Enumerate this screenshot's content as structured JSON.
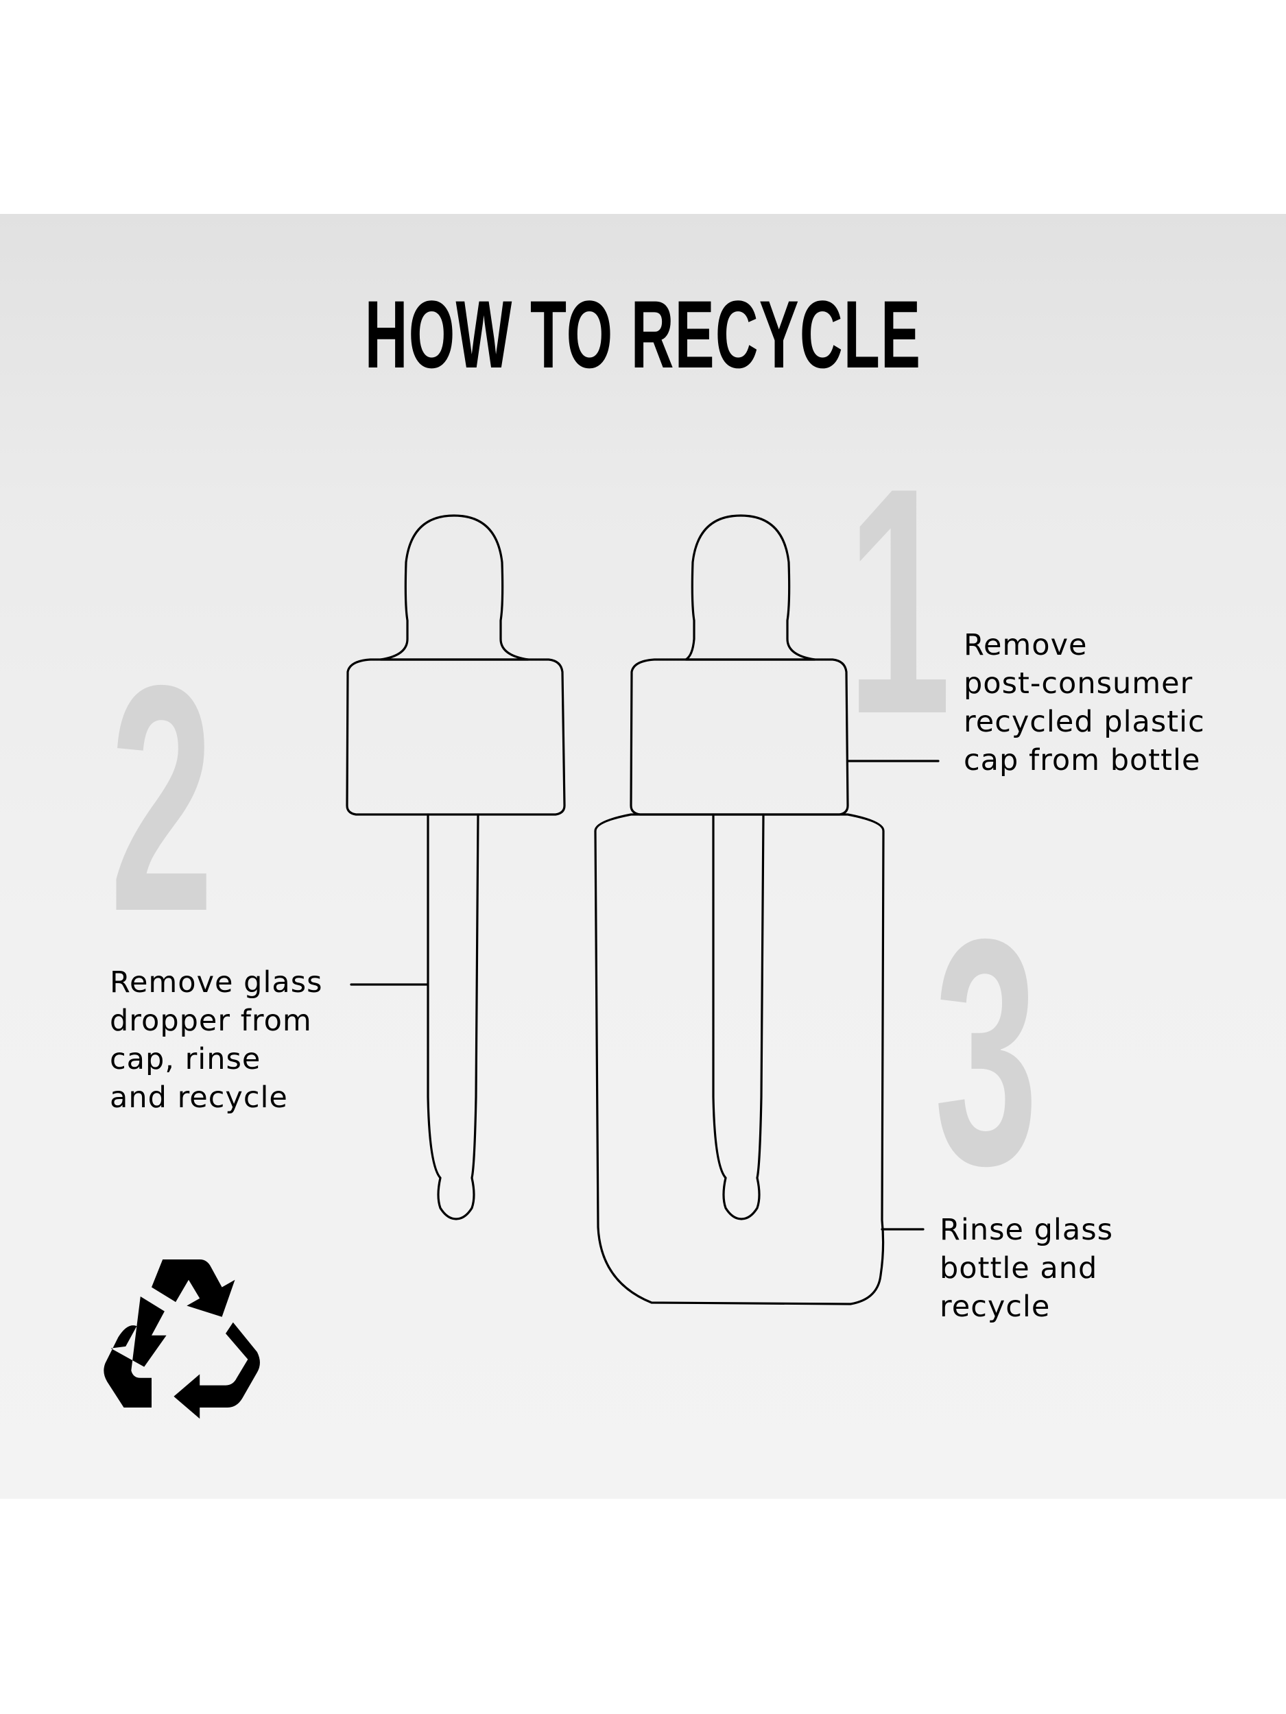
{
  "title": "HOW TO RECYCLE",
  "steps": [
    {
      "number": "1",
      "lines": [
        "Remove",
        "post-consumer",
        "recycled plastic",
        "cap from bottle"
      ]
    },
    {
      "number": "2",
      "lines": [
        "Remove glass",
        "dropper from",
        "cap, rinse",
        "and recycle"
      ]
    },
    {
      "number": "3",
      "lines": [
        "Rinse glass",
        "bottle and",
        "recycle"
      ]
    }
  ],
  "icons": {
    "recycle": "recycle-icon",
    "dropper": "dropper-icon",
    "bottle": "bottle-icon"
  },
  "colors": {
    "panel_top": "#e1e1e1",
    "panel_bottom": "#f3f3f3",
    "step_number": "#d4d4d4",
    "text": "#000000"
  }
}
